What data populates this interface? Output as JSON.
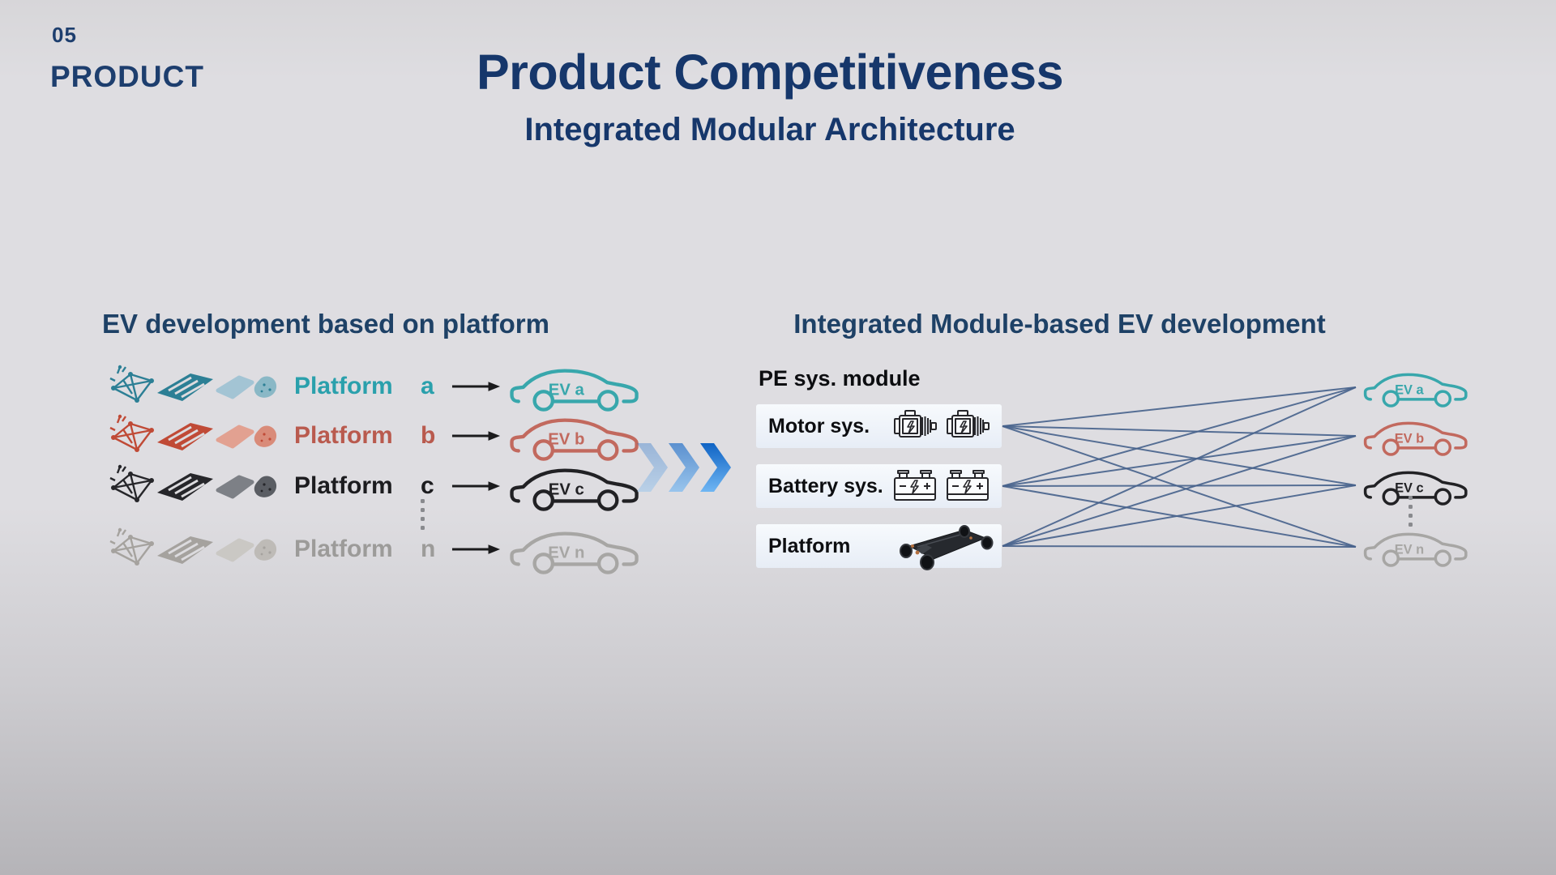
{
  "slide": {
    "page_number": "05",
    "section_label": "PRODUCT",
    "title": "Product Competitiveness",
    "subtitle": "Integrated Modular Architecture"
  },
  "left_panel": {
    "heading": "EV development based on platform",
    "rows": [
      {
        "platform_label": "Platform",
        "variant": "a",
        "car_label": "EV a",
        "color": "#2aa0ac",
        "parts_icon": "platform-parts-cluster"
      },
      {
        "platform_label": "Platform",
        "variant": "b",
        "car_label": "EV b",
        "color": "#b95a4e",
        "parts_icon": "platform-parts-cluster"
      },
      {
        "platform_label": "Platform",
        "variant": "c",
        "car_label": "EV c",
        "color": "#1c1c1f",
        "parts_icon": "platform-parts-cluster"
      },
      {
        "platform_label": "Platform",
        "variant": "n",
        "car_label": "EV n",
        "color": "#9c9b99",
        "parts_icon": "platform-parts-cluster"
      }
    ],
    "arrow_icon": "right-arrow",
    "ellipsis_icon": "vertical-dots"
  },
  "transition": {
    "chevron_icon": "triple-chevron-right",
    "chevron_color": "#1e78d9"
  },
  "right_panel": {
    "heading": "Integrated Module-based EV development",
    "module_group_label": "PE sys. module",
    "modules": [
      {
        "label": "Motor sys.",
        "icon": "motor-icon",
        "icon_count": 2
      },
      {
        "label": "Battery sys.",
        "icon": "battery-icon",
        "icon_count": 2
      },
      {
        "label": "Platform",
        "icon": "ev-skateboard-chassis-icon",
        "icon_count": 1
      }
    ],
    "cars": [
      {
        "label": "EV a",
        "color": "#38a7ac"
      },
      {
        "label": "EV b",
        "color": "#c2695e"
      },
      {
        "label": "EV c",
        "color": "#212124"
      },
      {
        "label": "EV n",
        "color": "#a7a6a4"
      }
    ],
    "connections": {
      "type": "all-to-all",
      "from": [
        "Motor sys.",
        "Battery sys.",
        "Platform"
      ],
      "to": [
        "EV a",
        "EV b",
        "EV c",
        "EV n"
      ],
      "line_color": "#47628c"
    },
    "ellipsis_icon": "vertical-dots"
  },
  "colors": {
    "background": "#dcdbde",
    "title_navy": "#16376b",
    "heading_navy": "#1e4166",
    "module_bar_background": "#eef2f9"
  }
}
